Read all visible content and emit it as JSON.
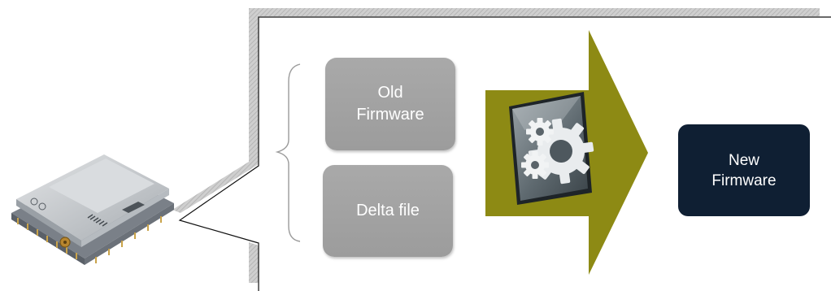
{
  "diagram": {
    "old_firmware_label": "Old\nFirmware",
    "delta_file_label": "Delta file",
    "new_firmware_label": "New\nFirmware"
  },
  "icons": {
    "device": "firmware-module-device-icon",
    "process": "gears-icon",
    "arrow": "right-arrow-icon",
    "brace": "left-curly-brace-icon"
  },
  "colors": {
    "arrow": "#8d8a14",
    "input_box": "#a3a3a3",
    "output_box": "#0f1f33",
    "callout_shadow": "#c4c4c4"
  }
}
